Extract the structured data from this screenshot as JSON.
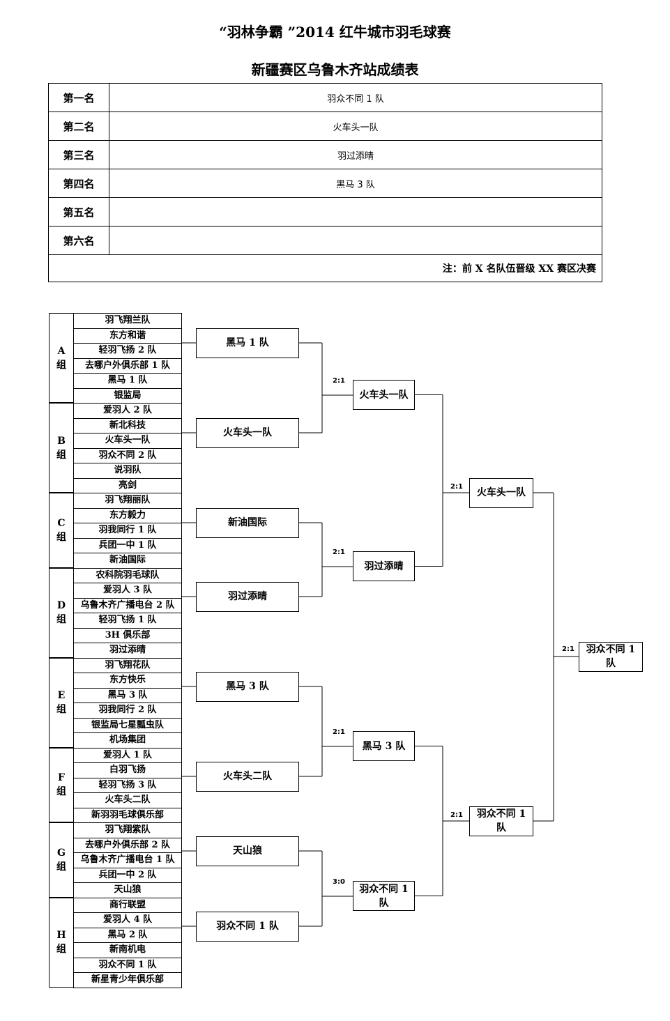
{
  "header": {
    "title": "“羽林争霸 ”2014 红牛城市羽毛球赛",
    "subtitle": "新疆赛区乌鲁木齐站成绩表"
  },
  "rankings": [
    {
      "label": "第一名",
      "team": "羽众不同 1 队"
    },
    {
      "label": "第二名",
      "team": "火车头一队"
    },
    {
      "label": "第三名",
      "team": "羽过添晴"
    },
    {
      "label": "第四名",
      "team": "黑马 3 队"
    },
    {
      "label": "第五名",
      "team": ""
    },
    {
      "label": "第六名",
      "team": ""
    }
  ],
  "note": "注：前 X 名队伍晋级 XX 赛区决赛",
  "groups": [
    {
      "name": "A\n组",
      "teams": [
        "羽飞翔兰队",
        "东方和谐",
        "轻羽飞扬 2 队",
        "去哪户外俱乐部 1 队",
        "黑马 1 队",
        "银监局"
      ]
    },
    {
      "name": "B\n组",
      "teams": [
        "爱羽人 2 队",
        "新北科技",
        "火车头一队",
        "羽众不同 2 队",
        "说羽队",
        "亮剑"
      ]
    },
    {
      "name": "C\n组",
      "teams": [
        "羽飞翔丽队",
        "东方毅力",
        "羽我同行 1 队",
        "兵团一中 1 队",
        "新油国际"
      ]
    },
    {
      "name": "D\n组",
      "teams": [
        "农科院羽毛球队",
        "爱羽人 3 队",
        "乌鲁木齐广播电台 2 队",
        "轻羽飞扬 1 队",
        "3H 俱乐部",
        "羽过添晴"
      ]
    },
    {
      "name": "E\n组",
      "teams": [
        "羽飞翔花队",
        "东方快乐",
        "黑马 3 队",
        "羽我同行 2 队",
        "银监局七星瓢虫队",
        "机场集团"
      ]
    },
    {
      "name": "F\n组",
      "teams": [
        "爱羽人 1 队",
        "白羽飞扬",
        "轻羽飞扬 3 队",
        "火车头二队",
        "新羽羽毛球俱乐部"
      ]
    },
    {
      "name": "G\n组",
      "teams": [
        "羽飞翔紫队",
        "去哪户外俱乐部 2 队",
        "乌鲁木齐广播电台 1 队",
        "兵团一中 2 队",
        "天山狼"
      ]
    },
    {
      "name": "H\n组",
      "teams": [
        "商行联盟",
        "爱羽人 4 队",
        "黑马 2 队",
        "新南机电",
        "羽众不同 1 队",
        "新星青少年俱乐部"
      ]
    }
  ],
  "round1": [
    "黑马 1 队",
    "火车头一队",
    "新油国际",
    "羽过添晴",
    "黑马 3 队",
    "火车头二队",
    "天山狼",
    "羽众不同 1 队"
  ],
  "round2": [
    {
      "team": "火车头一队",
      "score": "2:1"
    },
    {
      "team": "羽过添晴",
      "score": "2:1"
    },
    {
      "team": "黑马 3 队",
      "score": "2:1"
    },
    {
      "team": "羽众不同 1 队",
      "score": "3:0"
    }
  ],
  "round3": [
    {
      "team": "火车头一队",
      "score": "2:1"
    },
    {
      "team": "羽众不同 1 队",
      "score": "2:1"
    }
  ],
  "final": {
    "team": "羽众不同 1 队",
    "score": "2:1"
  }
}
